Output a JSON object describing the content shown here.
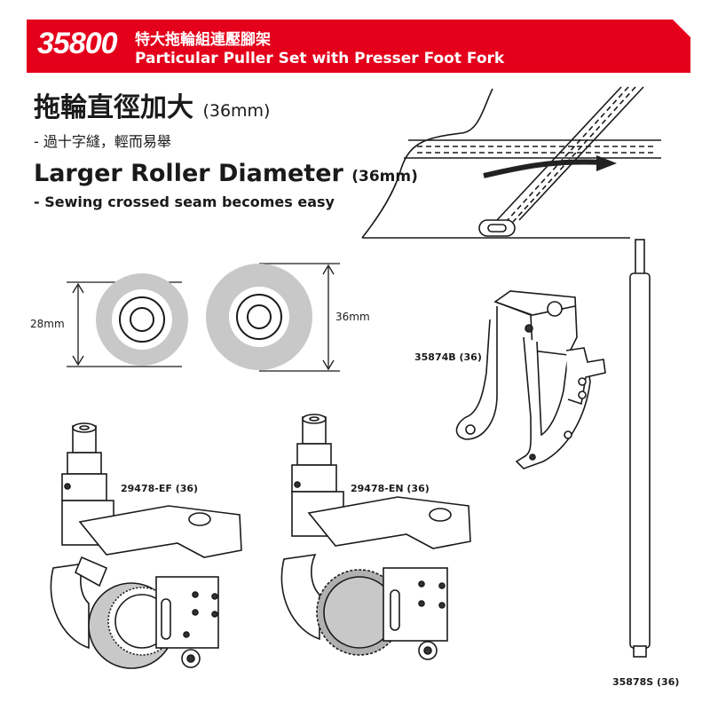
{
  "header": {
    "code": "35800",
    "title_zh": "特大拖輪組連壓腳架",
    "title_en": "Particular Puller Set with Presser Foot Fork",
    "banner_color": "#e4001b"
  },
  "feature": {
    "heading_zh": "拖輪直徑加大",
    "heading_zh_size": "(36mm)",
    "desc_zh": "- 過十字縫，輕而易舉",
    "heading_en": "Larger Roller Diameter",
    "heading_en_size": "(36mm)",
    "desc_en": "- Sewing crossed seam becomes easy"
  },
  "dimensions": {
    "small_label": "28mm",
    "large_label": "36mm"
  },
  "parts": {
    "fork": "35874B (36)",
    "puller_ef": "29478-EF (36)",
    "puller_en": "29478-EN (36)",
    "shaft": "35878S (36)"
  }
}
